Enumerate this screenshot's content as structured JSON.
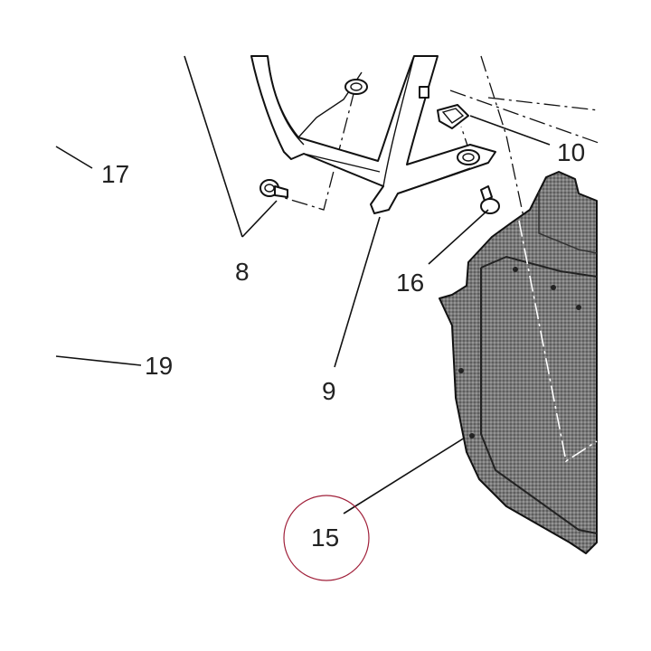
{
  "callouts": {
    "c17": "17",
    "c8": "8",
    "c19": "19",
    "c9": "9",
    "c10": "10",
    "c16": "16",
    "c15": "15"
  },
  "colors": {
    "line": "#111111",
    "panel_fill": "#6f6f6f",
    "panel_inner": "#8a8a8a",
    "highlight_circle": "#a0203a",
    "background": "#ffffff"
  }
}
